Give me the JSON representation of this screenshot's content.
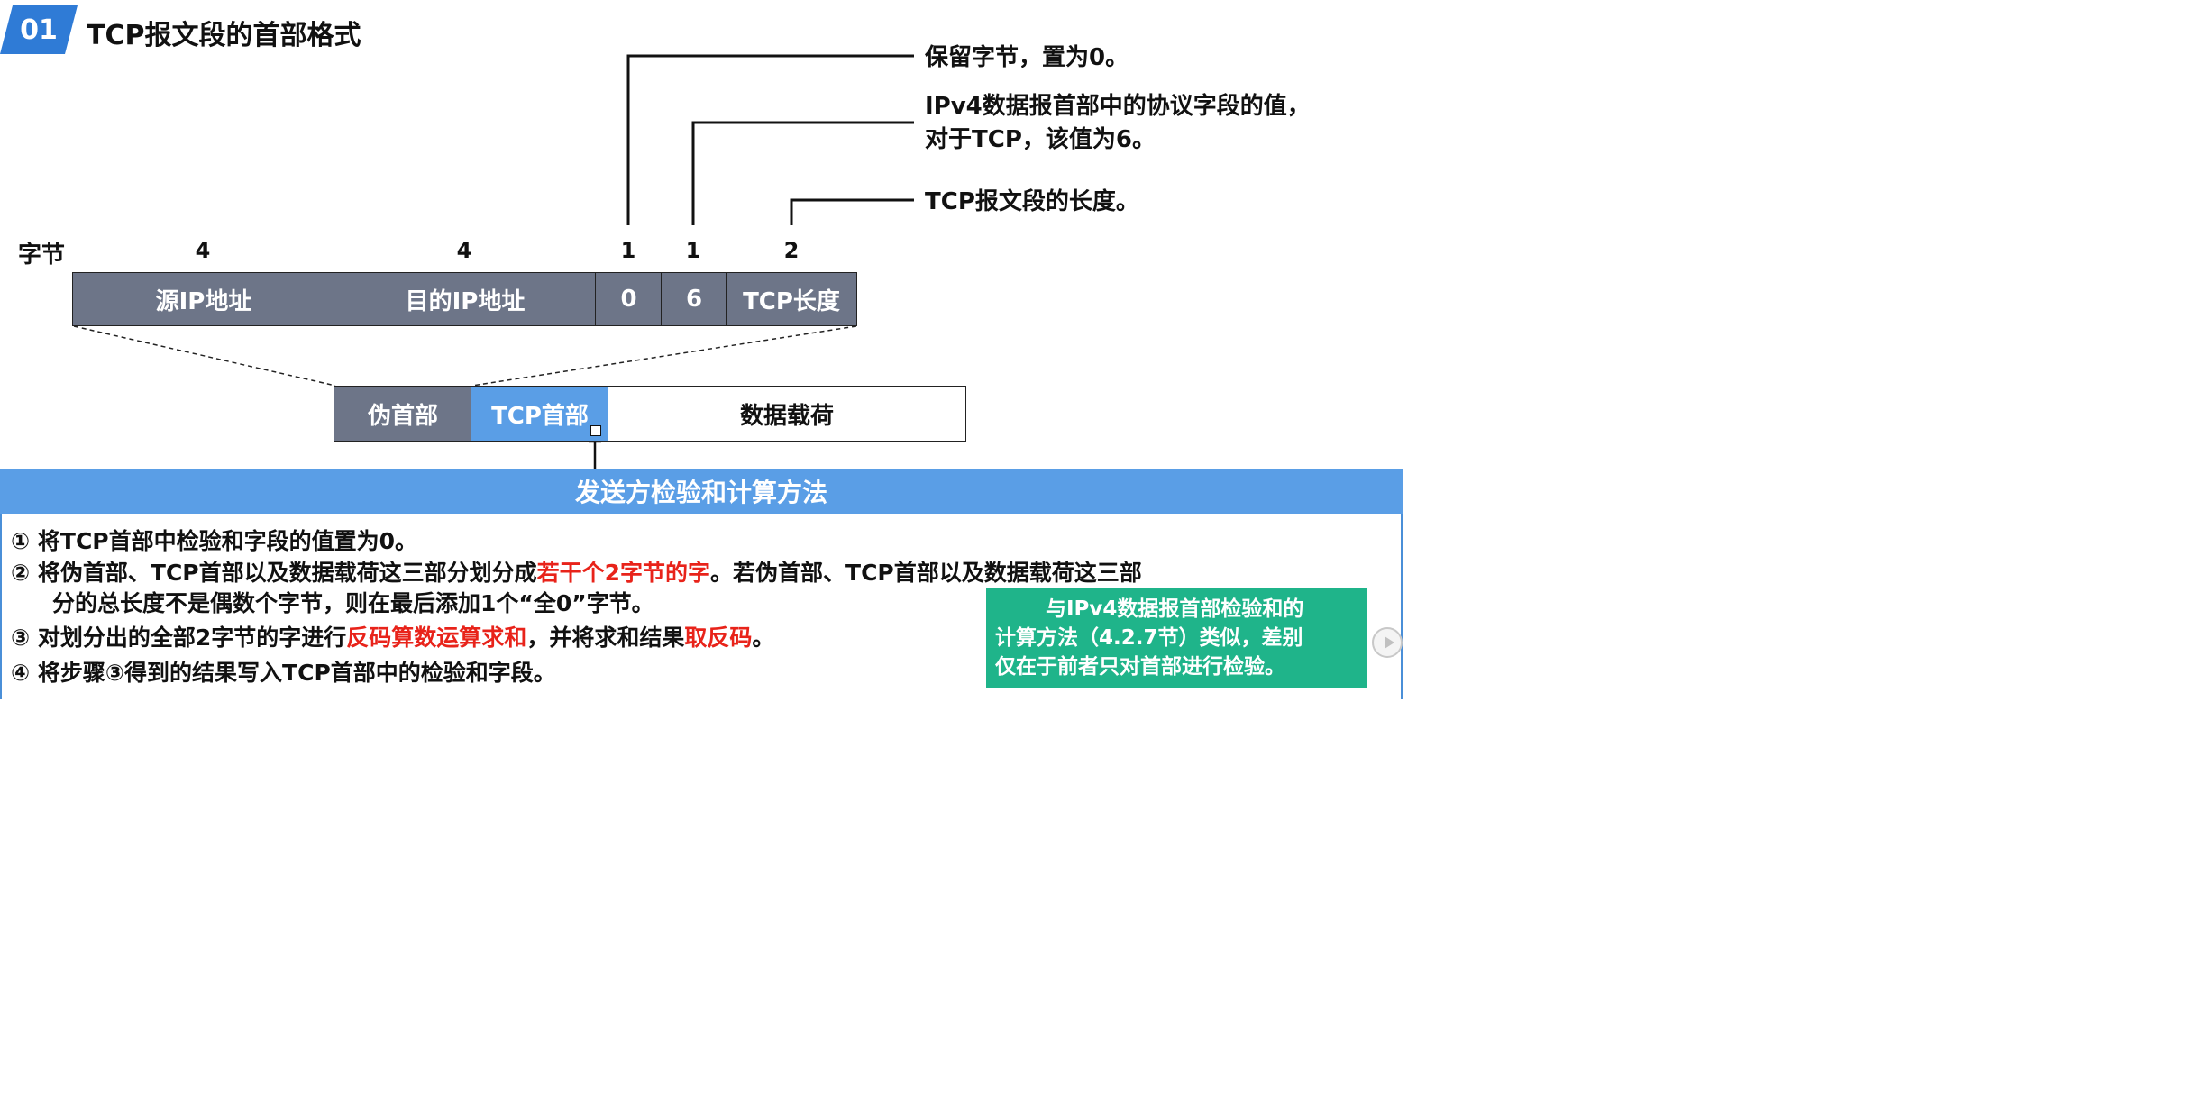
{
  "header": {
    "badge": "01",
    "title": "TCP报文段的首部格式"
  },
  "annotations": {
    "reserved": "保留字节，置为0。",
    "protocol_line1": "IPv4数据报首部中的协议字段的值，",
    "protocol_line2": "对于TCP，该值为6。",
    "length": "TCP报文段的长度。"
  },
  "pseudo_header": {
    "bytes_label": "字节",
    "byte_counts": [
      "4",
      "4",
      "1",
      "1",
      "2"
    ],
    "fields": [
      "源IP地址",
      "目的IP地址",
      "0",
      "6",
      "TCP长度"
    ]
  },
  "segment": {
    "parts": [
      "伪首部",
      "TCP首部",
      "数据载荷"
    ]
  },
  "method_panel": {
    "heading": "发送方检验和计算方法",
    "steps": {
      "s1": {
        "num": "①",
        "text": "将TCP首部中检验和字段的值置为0。"
      },
      "s2": {
        "num": "②",
        "pre": "将伪首部、TCP首部以及数据载荷这三部分划分成",
        "red": "若干个2字节的字",
        "post": "。若伪首部、TCP首部以及数据载荷这三部",
        "line2": "分的总长度不是偶数个字节，则在最后添加1个“全0”字节。"
      },
      "s3": {
        "num": "③",
        "pre": "对划分出的全部2字节的字进行",
        "red1": "反码算数运算求和",
        "mid": "，并将求和结果",
        "red2": "取反码",
        "post": "。"
      },
      "s4": {
        "num": "④",
        "text": "将步骤③得到的结果写入TCP首部中的检验和字段。"
      }
    },
    "note": {
      "line1": "与IPv4数据报首部检验和的",
      "line2": "计算方法（4.2.7节）类似，差别",
      "line3": "仅在于前者只对首部进行检验。"
    }
  },
  "colors": {
    "accent_blue": "#2f7bd6",
    "panel_blue": "#5a9ee6",
    "field_gray": "#6d7588",
    "highlight_red": "#e8231a",
    "note_green": "#1fb48a"
  },
  "icons": [
    "play-icon"
  ]
}
